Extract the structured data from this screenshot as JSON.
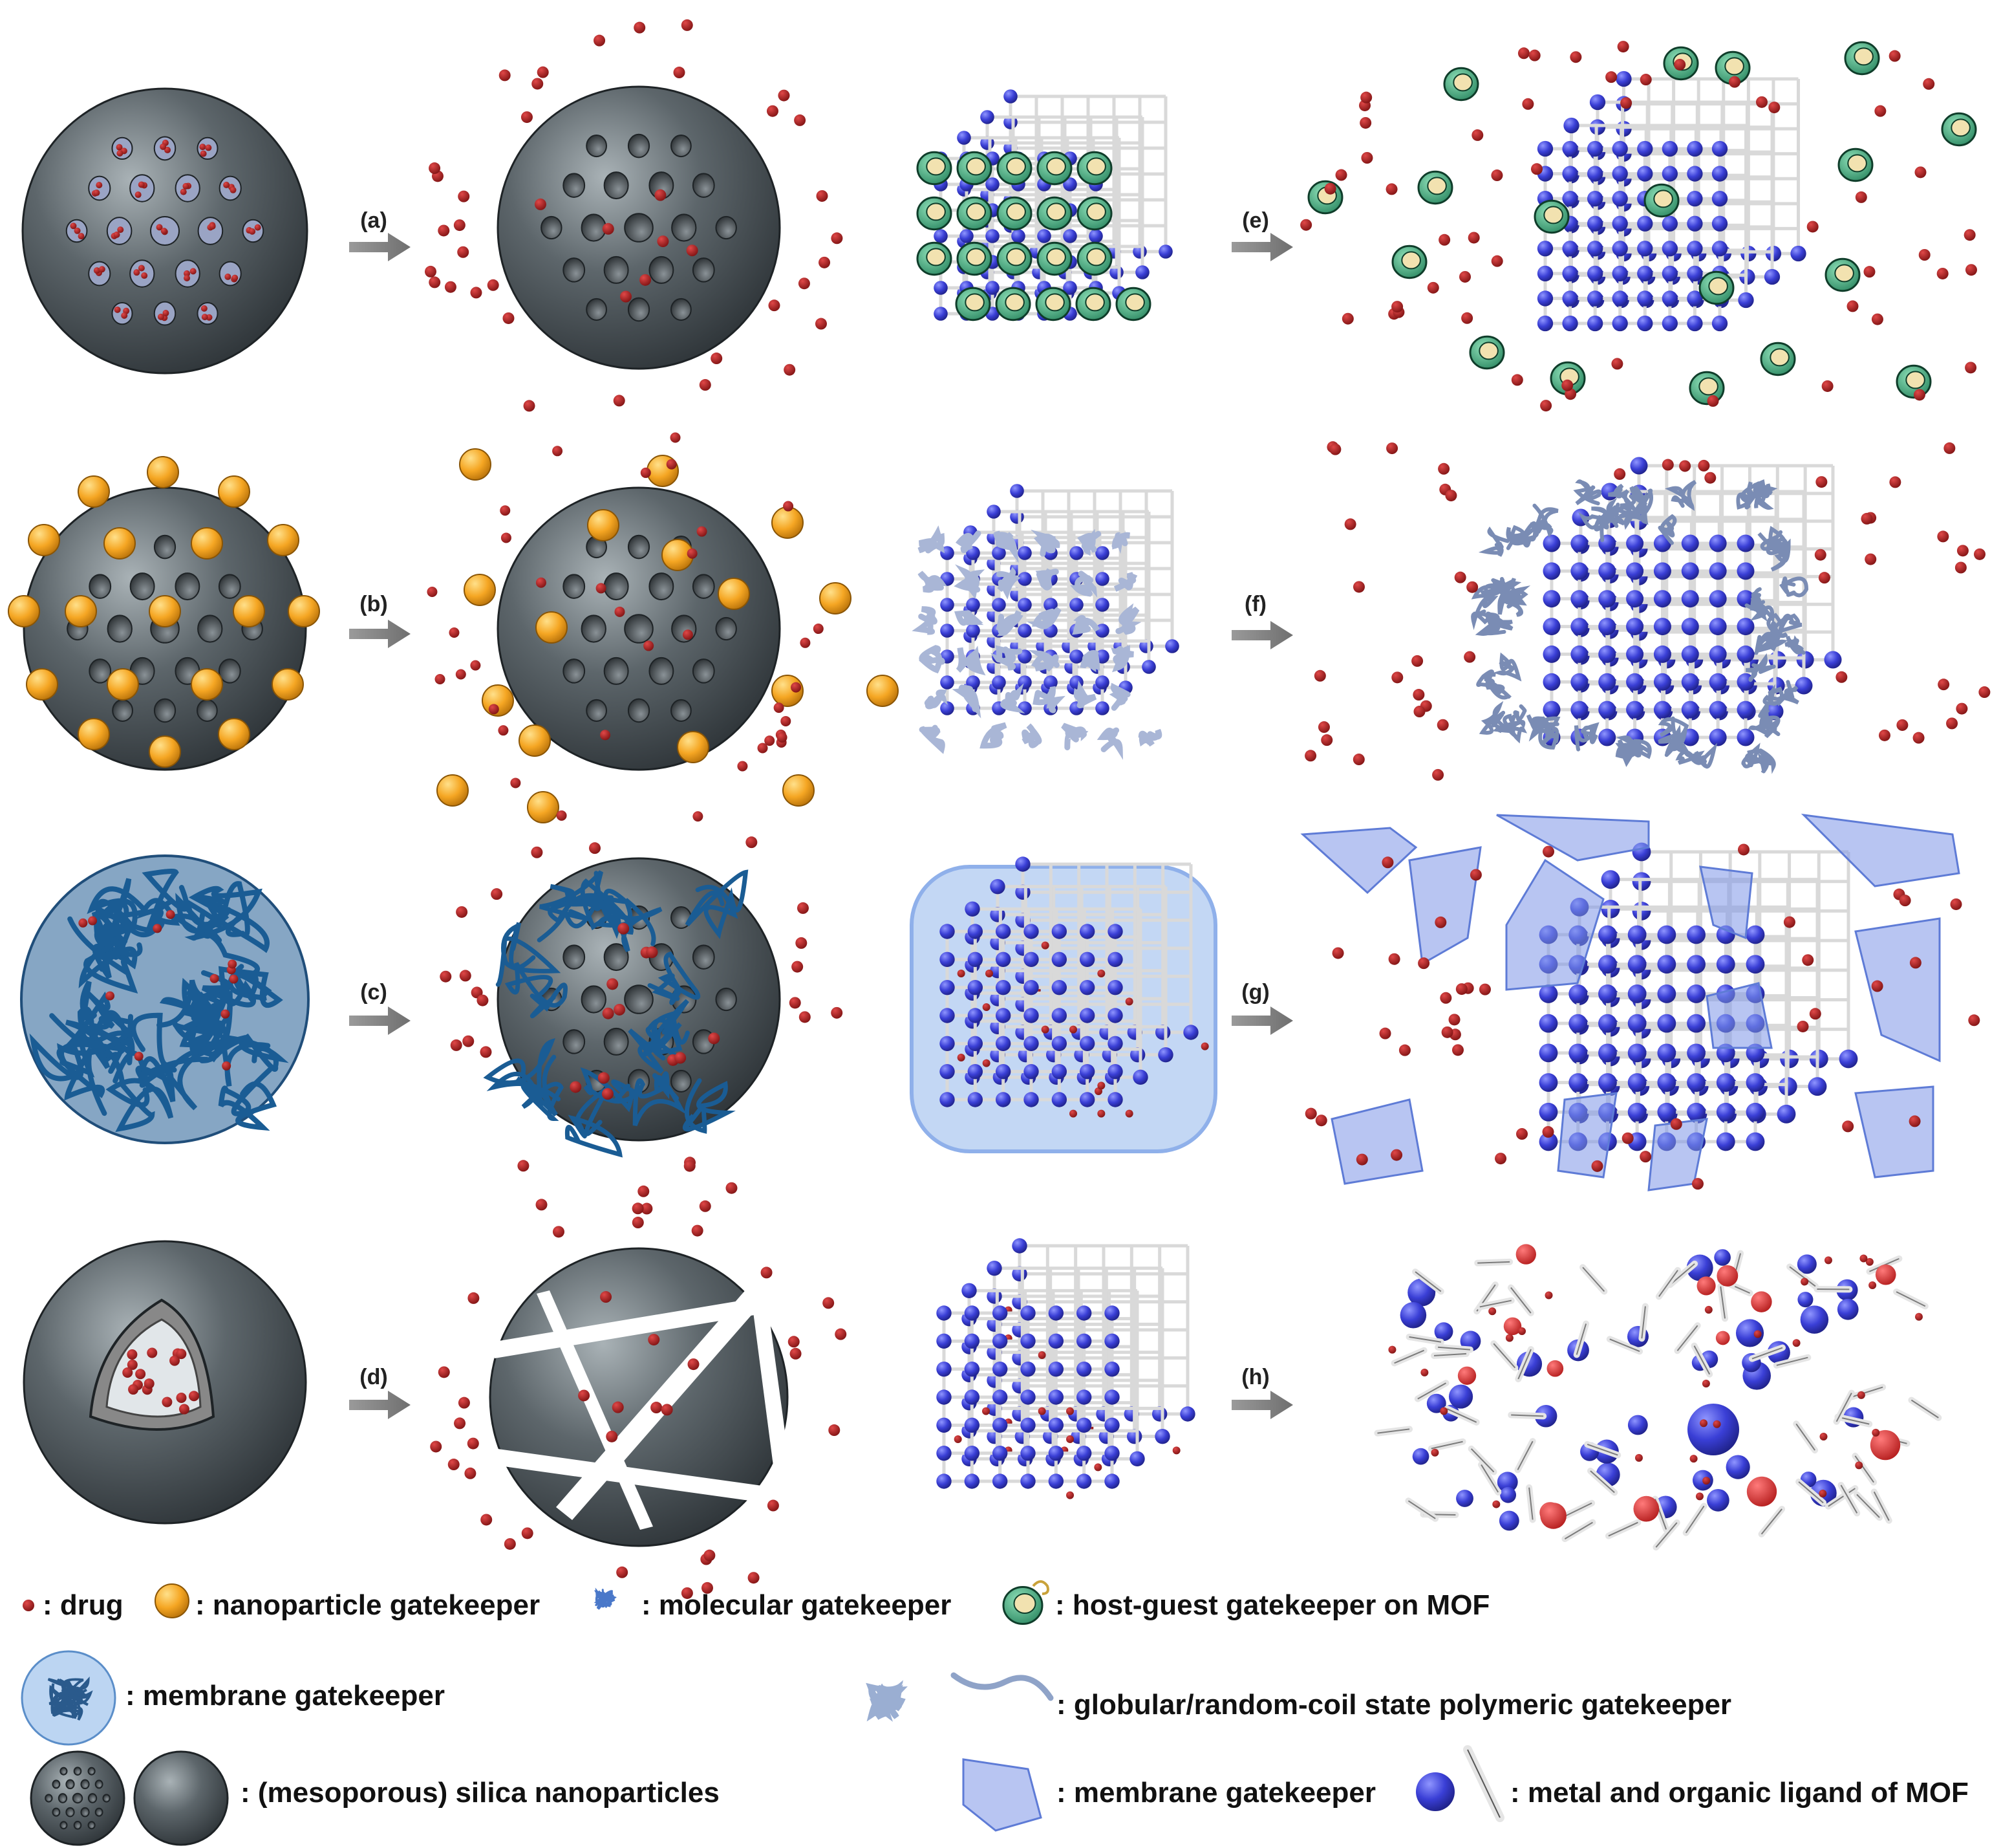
{
  "arrows": [
    {
      "id": "a",
      "label": "(a)"
    },
    {
      "id": "b",
      "label": "(b)"
    },
    {
      "id": "c",
      "label": "(c)"
    },
    {
      "id": "d",
      "label": "(d)"
    },
    {
      "id": "e",
      "label": "(e)"
    },
    {
      "id": "f",
      "label": "(f)"
    },
    {
      "id": "g",
      "label": "(g)"
    },
    {
      "id": "h",
      "label": "(h)"
    }
  ],
  "legend": {
    "drug": ": drug",
    "nanoparticle_gatekeeper": ": nanoparticle gatekeeper",
    "molecular_gatekeeper": ": molecular gatekeeper",
    "host_guest_gatekeeper": ": host-guest gatekeeper on MOF",
    "membrane_gatekeeper_silica": ": membrane gatekeeper",
    "polymeric_gatekeeper": ": globular/random-coil state polymeric gatekeeper",
    "silica_nanoparticles": ": (mesoporous) silica nanoparticles",
    "membrane_gatekeeper_mof": ": membrane gatekeeper",
    "mof_components": ": metal and organic ligand of MOF"
  },
  "colors": {
    "drug": "#9b1b1b",
    "nanoparticle": "#f5a623",
    "silica": "#4a5257",
    "metal_node": "#3a3fd6",
    "polymer": "#2a6aa8",
    "host_guest": "#3aa87a",
    "membrane": "#7d95e8"
  }
}
